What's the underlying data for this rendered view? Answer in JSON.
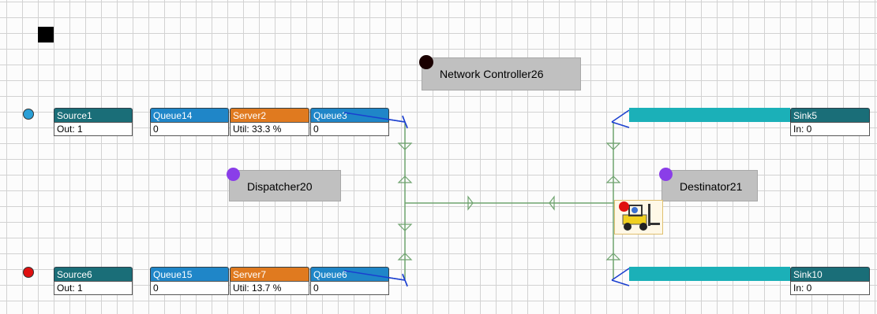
{
  "nodes": {
    "network_controller": {
      "label": "Network Controller26"
    },
    "dispatcher": {
      "label": "Dispatcher20"
    },
    "destinator": {
      "label": "Destinator21"
    }
  },
  "row1": {
    "source": {
      "title": "Source1",
      "value": "Out: 1"
    },
    "queue_a": {
      "title": "Queue14",
      "value": "0"
    },
    "server": {
      "title": "Server2",
      "value": "Util: 33.3 %"
    },
    "queue_b": {
      "title": "Queue3",
      "value": "0"
    },
    "sink": {
      "title": "Sink5",
      "value": "In: 0"
    }
  },
  "row2": {
    "source": {
      "title": "Source6",
      "value": "Out: 1"
    },
    "queue_a": {
      "title": "Queue15",
      "value": "0"
    },
    "server": {
      "title": "Server7",
      "value": "Util: 13.7 %"
    },
    "queue_b": {
      "title": "Queue6",
      "value": "0"
    },
    "sink": {
      "title": "Sink10",
      "value": "In: 0"
    }
  },
  "colors": {
    "source": "#1a6e78",
    "queue": "#1f86c8",
    "server": "#e07a1f",
    "sink_bar": "#1bb0b8",
    "path": "#6fa36f",
    "dot_row1": "#2a9fd6",
    "dot_row2": "#e01010",
    "controller_dot": "#1a0000",
    "dispatch_dot": "#8a3ee8"
  },
  "icons": [
    "square-marker-icon",
    "forklift-icon"
  ]
}
